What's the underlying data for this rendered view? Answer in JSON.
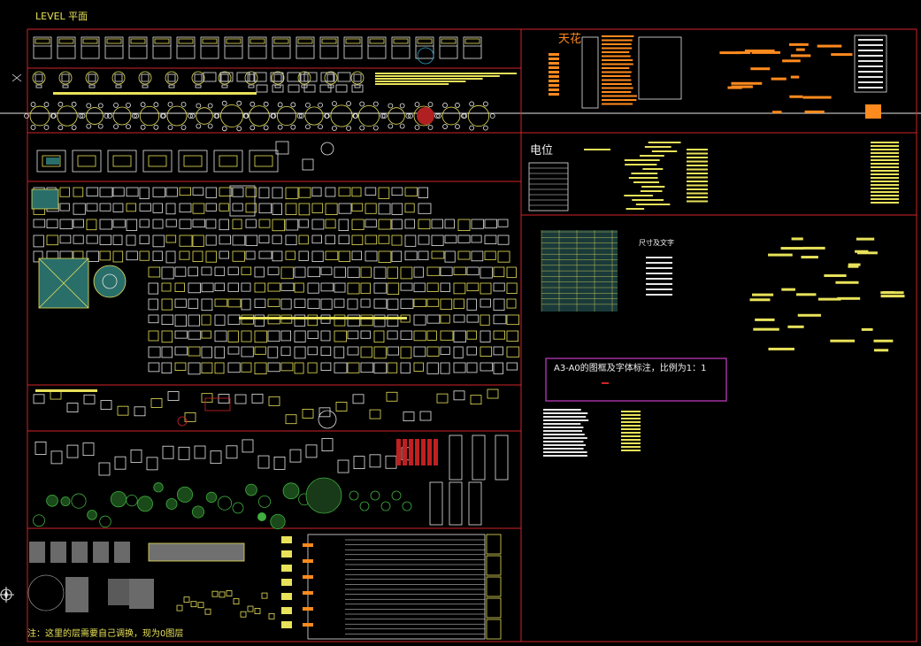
{
  "title": "LEVEL 平面",
  "labels": {
    "ceiling": "天花",
    "electrical": "电位",
    "dimension_text": "尺寸及文字",
    "frame_note": "A3-A0的图框及字体标注，比例为1：1",
    "footer_note": "注：这里的层需要自己调换，现为0图层"
  },
  "colors": {
    "background": "#000000",
    "frame_red": "#d0242a",
    "frame_magenta": "#c83cc8",
    "symbol_yellow": "#e8e25a",
    "symbol_white": "#e6e6e6",
    "symbol_orange": "#ff8a1e",
    "symbol_green": "#3fae3f",
    "symbol_cyan": "#2fa4c8",
    "symbol_teal": "#2a6e6a"
  },
  "icons": [
    "compass-icon",
    "crosshair-icon"
  ]
}
